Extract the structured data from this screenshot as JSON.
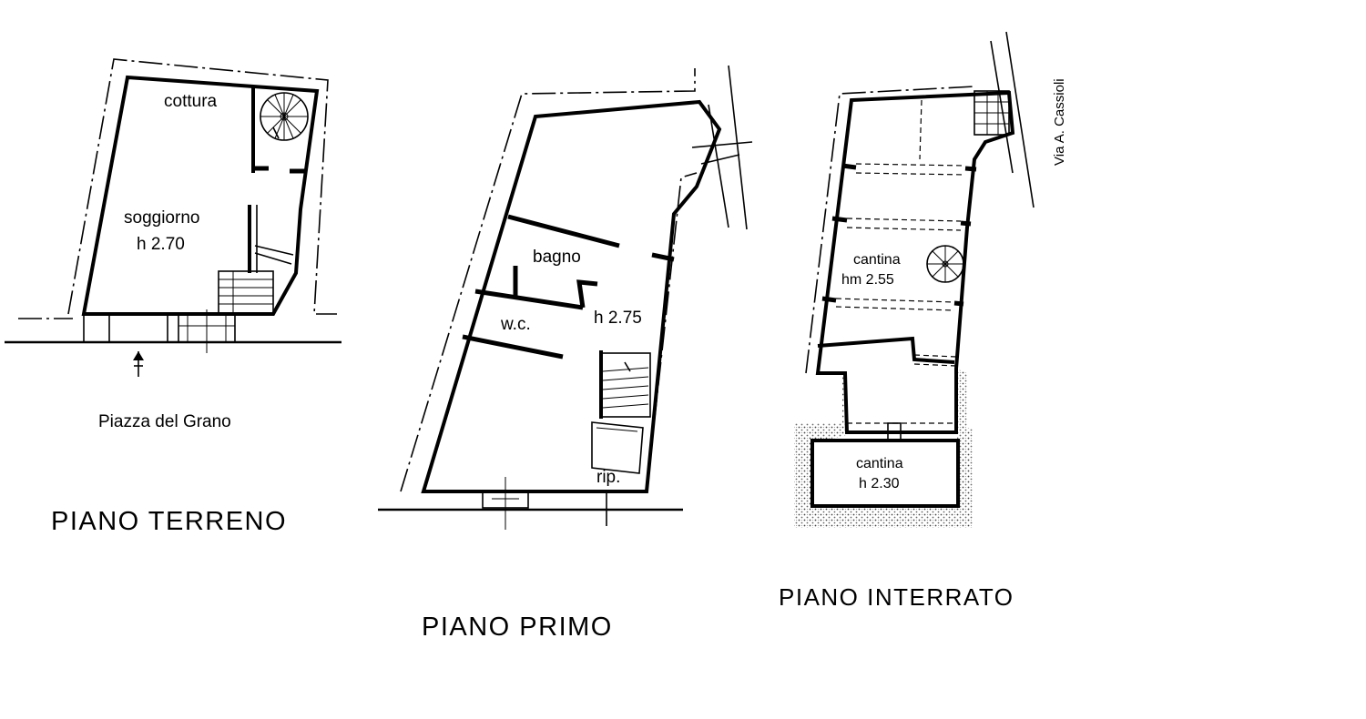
{
  "floor_plans": [
    {
      "title": "PIANO TERRENO",
      "rooms": [
        {
          "name": "cottura"
        },
        {
          "name": "soggiorno",
          "height": "h 2.70"
        }
      ],
      "street": "Piazza del Grano"
    },
    {
      "title": "PIANO PRIMO",
      "rooms": [
        {
          "name": "bagno"
        },
        {
          "name": "w.c."
        },
        {
          "name": "rip."
        }
      ],
      "height": "h 2.75"
    },
    {
      "title": "PIANO INTERRATO",
      "rooms": [
        {
          "name": "cantina",
          "height": "hm 2.55"
        },
        {
          "name": "cantina",
          "height": "h 2.30"
        }
      ],
      "street": "Via A. Cassioli"
    }
  ]
}
